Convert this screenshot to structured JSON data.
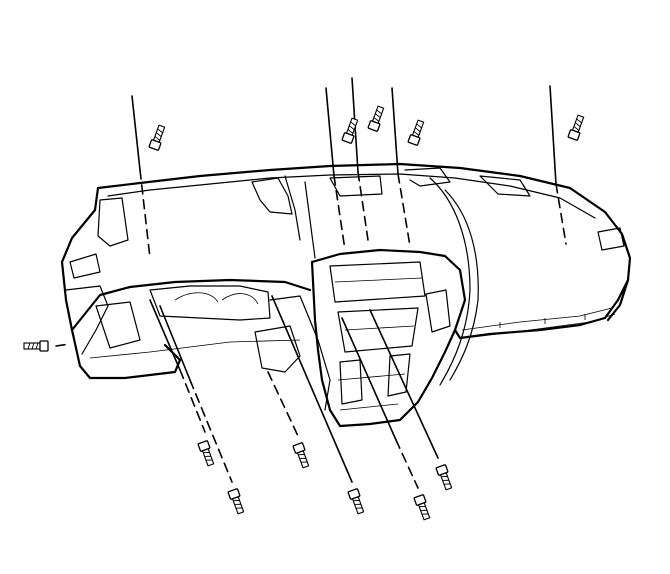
{
  "diagram": {
    "fasteners": [
      {
        "name": "upper-left-bolt"
      },
      {
        "name": "upper-center-left-bolt"
      },
      {
        "name": "upper-center-bolt"
      },
      {
        "name": "upper-center-right-bolt"
      },
      {
        "name": "upper-right-bolt"
      },
      {
        "name": "side-left-bolt"
      },
      {
        "name": "lower-left-inner-bolt"
      },
      {
        "name": "lower-left-outer-bolt"
      },
      {
        "name": "lower-center-left-bolt"
      },
      {
        "name": "lower-center-bolt"
      },
      {
        "name": "lower-right-inner-bolt"
      },
      {
        "name": "lower-right-outer-bolt"
      }
    ]
  }
}
